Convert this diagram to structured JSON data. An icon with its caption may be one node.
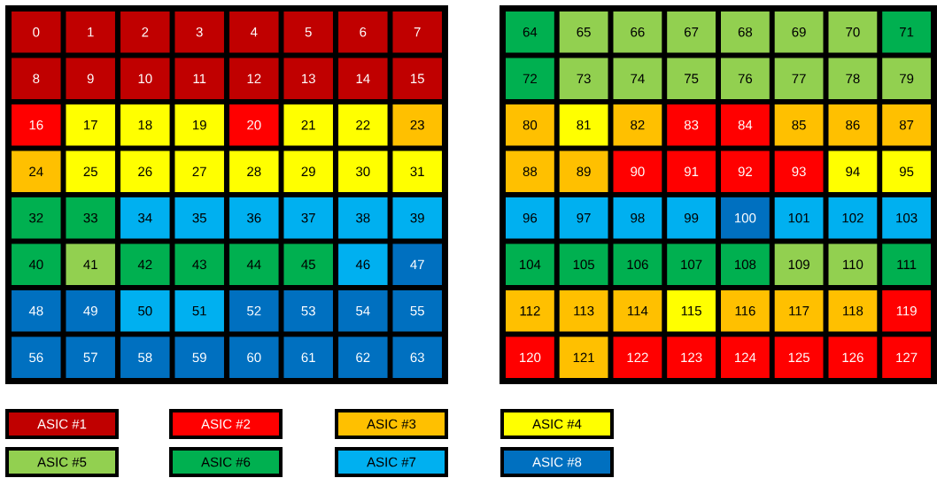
{
  "diagram": {
    "nodes": [
      {
        "text": [],
        "shape": "box"
      },
      {
        "text": [
          "0"
        ],
        "in": 0
      },
      {
        "text": [
          "1"
        ],
        "in": 0
      },
      {
        "text": [
          "2"
        ],
        "in": 0
      },
      {
        "text": [
          "3"
        ],
        "in": 0
      },
      {
        "text": [
          "4"
        ],
        "in": 0
      },
      {
        "text": [
          "5"
        ],
        "in": 0
      },
      {
        "text": [
          "6"
        ],
        "in": 0
      },
      {
        "text": [
          "7"
        ],
        "in": 0
      },
      {
        "text": [
          "8"
        ],
        "in": 0
      },
      {
        "text": [
          "9"
        ],
        "in": 0
      },
      {
        "text": [
          "10"
        ],
        "in": 0
      },
      {
        "text": [
          "11"
        ],
        "in": 0
      },
      {
        "text": [
          "12"
        ],
        "in": 0
      },
      {
        "text": [
          "13"
        ],
        "in": 0
      },
      {
        "text": [
          "14"
        ],
        "in": 0
      },
      {
        "text": [
          "15"
        ],
        "in": 0
      },
      {
        "text": [
          "16"
        ],
        "in": 0
      },
      {
        "text": [
          "17"
        ],
        "in": 0
      },
      {
        "text": [
          "18"
        ],
        "in": 0
      },
      {
        "text": [
          "19"
        ],
        "in": 0
      },
      {
        "text": [
          "20"
        ],
        "in": 0
      },
      {
        "text": [
          "21"
        ],
        "in": 0
      },
      {
        "text": [
          "22"
        ],
        "in": 0
      },
      {
        "text": [
          "23"
        ],
        "in": 0
      },
      {
        "text": [
          "24"
        ],
        "in": 0
      },
      {
        "text": [
          "25"
        ],
        "in": 0
      },
      {
        "text": [
          "26"
        ],
        "in": 0
      },
      {
        "text": [
          "27"
        ],
        "in": 0
      },
      {
        "text": [
          "28"
        ],
        "in": 0
      },
      {
        "text": [
          "29"
        ],
        "in": 0
      },
      {
        "text": [
          "30"
        ],
        "in": 0
      },
      {
        "text": [
          "31"
        ],
        "in": 0
      },
      {
        "text": [
          "32"
        ],
        "in": 0
      },
      {
        "text": [
          "33"
        ],
        "in": 0
      },
      {
        "text": [
          "34"
        ],
        "in": 0
      },
      {
        "text": [
          "35"
        ],
        "in": 0
      },
      {
        "text": [
          "36"
        ],
        "in": 0
      },
      {
        "text": [
          "37"
        ],
        "in": 0
      },
      {
        "text": [
          "38"
        ],
        "in": 0
      },
      {
        "text": [
          "39"
        ],
        "in": 0
      },
      {
        "text": [
          "40"
        ],
        "in": 0
      },
      {
        "text": [
          "41"
        ],
        "in": 0
      },
      {
        "text": [
          "42"
        ],
        "in": 0
      },
      {
        "text": [
          "43"
        ],
        "in": 0
      },
      {
        "text": [
          "44"
        ],
        "in": 0
      },
      {
        "text": [
          "45"
        ],
        "in": 0
      },
      {
        "text": [
          "46"
        ],
        "in": 0
      },
      {
        "text": [
          "47"
        ],
        "in": 0
      },
      {
        "text": [
          "48"
        ],
        "in": 0
      },
      {
        "text": [
          "49"
        ],
        "in": 0
      },
      {
        "text": [
          "50"
        ],
        "in": 0
      },
      {
        "text": [
          "51"
        ],
        "in": 0
      },
      {
        "text": [
          "52"
        ],
        "in": 0
      },
      {
        "text": [
          "53"
        ],
        "in": 0
      },
      {
        "text": [
          "54"
        ],
        "in": 0
      },
      {
        "text": [
          "55"
        ],
        "in": 0
      },
      {
        "text": [
          "56"
        ],
        "in": 0
      },
      {
        "text": [
          "57"
        ],
        "in": 0
      },
      {
        "text": [
          "58"
        ],
        "in": 0
      },
      {
        "text": [
          "59"
        ],
        "in": 0
      },
      {
        "text": [
          "60"
        ],
        "in": 0
      },
      {
        "text": [
          "61"
        ],
        "in": 0
      },
      {
        "text": [
          "62"
        ],
        "in": 0
      },
      {
        "text": [
          "63"
        ],
        "in": 0
      },
      {
        "text": [],
        "shape": "box"
      },
      {
        "text": [
          "64"
        ],
        "in": 65
      },
      {
        "text": [
          "65"
        ],
        "in": 65
      },
      {
        "text": [
          "66"
        ],
        "in": 65
      },
      {
        "text": [
          "67"
        ],
        "in": 65
      },
      {
        "text": [
          "68"
        ],
        "in": 65
      },
      {
        "text": [
          "69"
        ],
        "in": 65
      },
      {
        "text": [
          "70"
        ],
        "in": 65
      },
      {
        "text": [
          "71"
        ],
        "in": 65
      },
      {
        "text": [
          "72"
        ],
        "in": 65
      },
      {
        "text": [
          "73"
        ],
        "in": 65
      },
      {
        "text": [
          "74"
        ],
        "in": 65
      },
      {
        "text": [
          "75"
        ],
        "in": 65
      },
      {
        "text": [
          "76"
        ],
        "in": 65
      },
      {
        "text": [
          "77"
        ],
        "in": 65
      },
      {
        "text": [
          "78"
        ],
        "in": 65
      },
      {
        "text": [
          "79"
        ],
        "in": 65
      },
      {
        "text": [
          "80"
        ],
        "in": 65
      },
      {
        "text": [
          "81"
        ],
        "in": 65
      },
      {
        "text": [
          "82"
        ],
        "in": 65
      },
      {
        "text": [
          "83"
        ],
        "in": 65
      },
      {
        "text": [
          "84"
        ],
        "in": 65
      },
      {
        "text": [
          "85"
        ],
        "in": 65
      },
      {
        "text": [
          "86"
        ],
        "in": 65
      },
      {
        "text": [
          "87"
        ],
        "in": 65
      },
      {
        "text": [
          "88"
        ],
        "in": 65
      },
      {
        "text": [
          "89"
        ],
        "in": 65
      },
      {
        "text": [
          "90"
        ],
        "in": 65
      },
      {
        "text": [
          "91"
        ],
        "in": 65
      },
      {
        "text": [
          "92"
        ],
        "in": 65
      },
      {
        "text": [
          "93"
        ],
        "in": 65
      },
      {
        "text": [
          "94"
        ],
        "in": 65
      },
      {
        "text": [
          "95"
        ],
        "in": 65
      },
      {
        "text": [
          "96"
        ],
        "in": 65
      },
      {
        "text": [
          "97"
        ],
        "in": 65
      },
      {
        "text": [
          "98"
        ],
        "in": 65
      },
      {
        "text": [
          "99"
        ],
        "in": 65
      },
      {
        "text": [
          "100"
        ],
        "in": 65
      },
      {
        "text": [
          "101"
        ],
        "in": 65
      },
      {
        "text": [
          "102"
        ],
        "in": 65
      },
      {
        "text": [
          "103"
        ],
        "in": 65
      },
      {
        "text": [
          "104"
        ],
        "in": 65
      },
      {
        "text": [
          "105"
        ],
        "in": 65
      },
      {
        "text": [
          "106"
        ],
        "in": 65
      },
      {
        "text": [
          "107"
        ],
        "in": 65
      },
      {
        "text": [
          "108"
        ],
        "in": 65
      },
      {
        "text": [
          "109"
        ],
        "in": 65
      },
      {
        "text": [
          "110"
        ],
        "in": 65
      },
      {
        "text": [
          "111"
        ],
        "in": 65
      },
      {
        "text": [
          "112"
        ],
        "in": 65
      },
      {
        "text": [
          "113"
        ],
        "in": 65
      },
      {
        "text": [
          "114"
        ],
        "in": 65
      },
      {
        "text": [
          "115"
        ],
        "in": 65
      },
      {
        "text": [
          "116"
        ],
        "in": 65
      },
      {
        "text": [
          "117"
        ],
        "in": 65
      },
      {
        "text": [
          "118"
        ],
        "in": 65
      },
      {
        "text": [
          "119"
        ],
        "in": 65
      },
      {
        "text": [
          "120"
        ],
        "in": 65
      },
      {
        "text": [
          "121"
        ],
        "in": 65
      },
      {
        "text": [
          "122"
        ],
        "in": 65
      },
      {
        "text": [
          "123"
        ],
        "in": 65
      },
      {
        "text": [
          "124"
        ],
        "in": 65
      },
      {
        "text": [
          "125"
        ],
        "in": 65
      },
      {
        "text": [
          "126"
        ],
        "in": 65
      },
      {
        "text": [
          "127"
        ],
        "in": 65
      }
    ],
    "legend": [
      {
        "text": "ASIC #1",
        "color": "#c00000"
      },
      {
        "text": "ASIC #2",
        "color": "#ff0000"
      },
      {
        "text": "ASIC #3",
        "color": "#ffc000"
      },
      {
        "text": "ASIC #4",
        "color": "#ffff00"
      },
      {
        "text": "ASIC #5",
        "color": "#92d050"
      },
      {
        "text": "ASIC #6",
        "color": "#00b050"
      },
      {
        "text": "ASIC #7",
        "color": "#00b0f0"
      },
      {
        "text": "ASIC #8",
        "color": "#0070c0"
      }
    ]
  }
}
